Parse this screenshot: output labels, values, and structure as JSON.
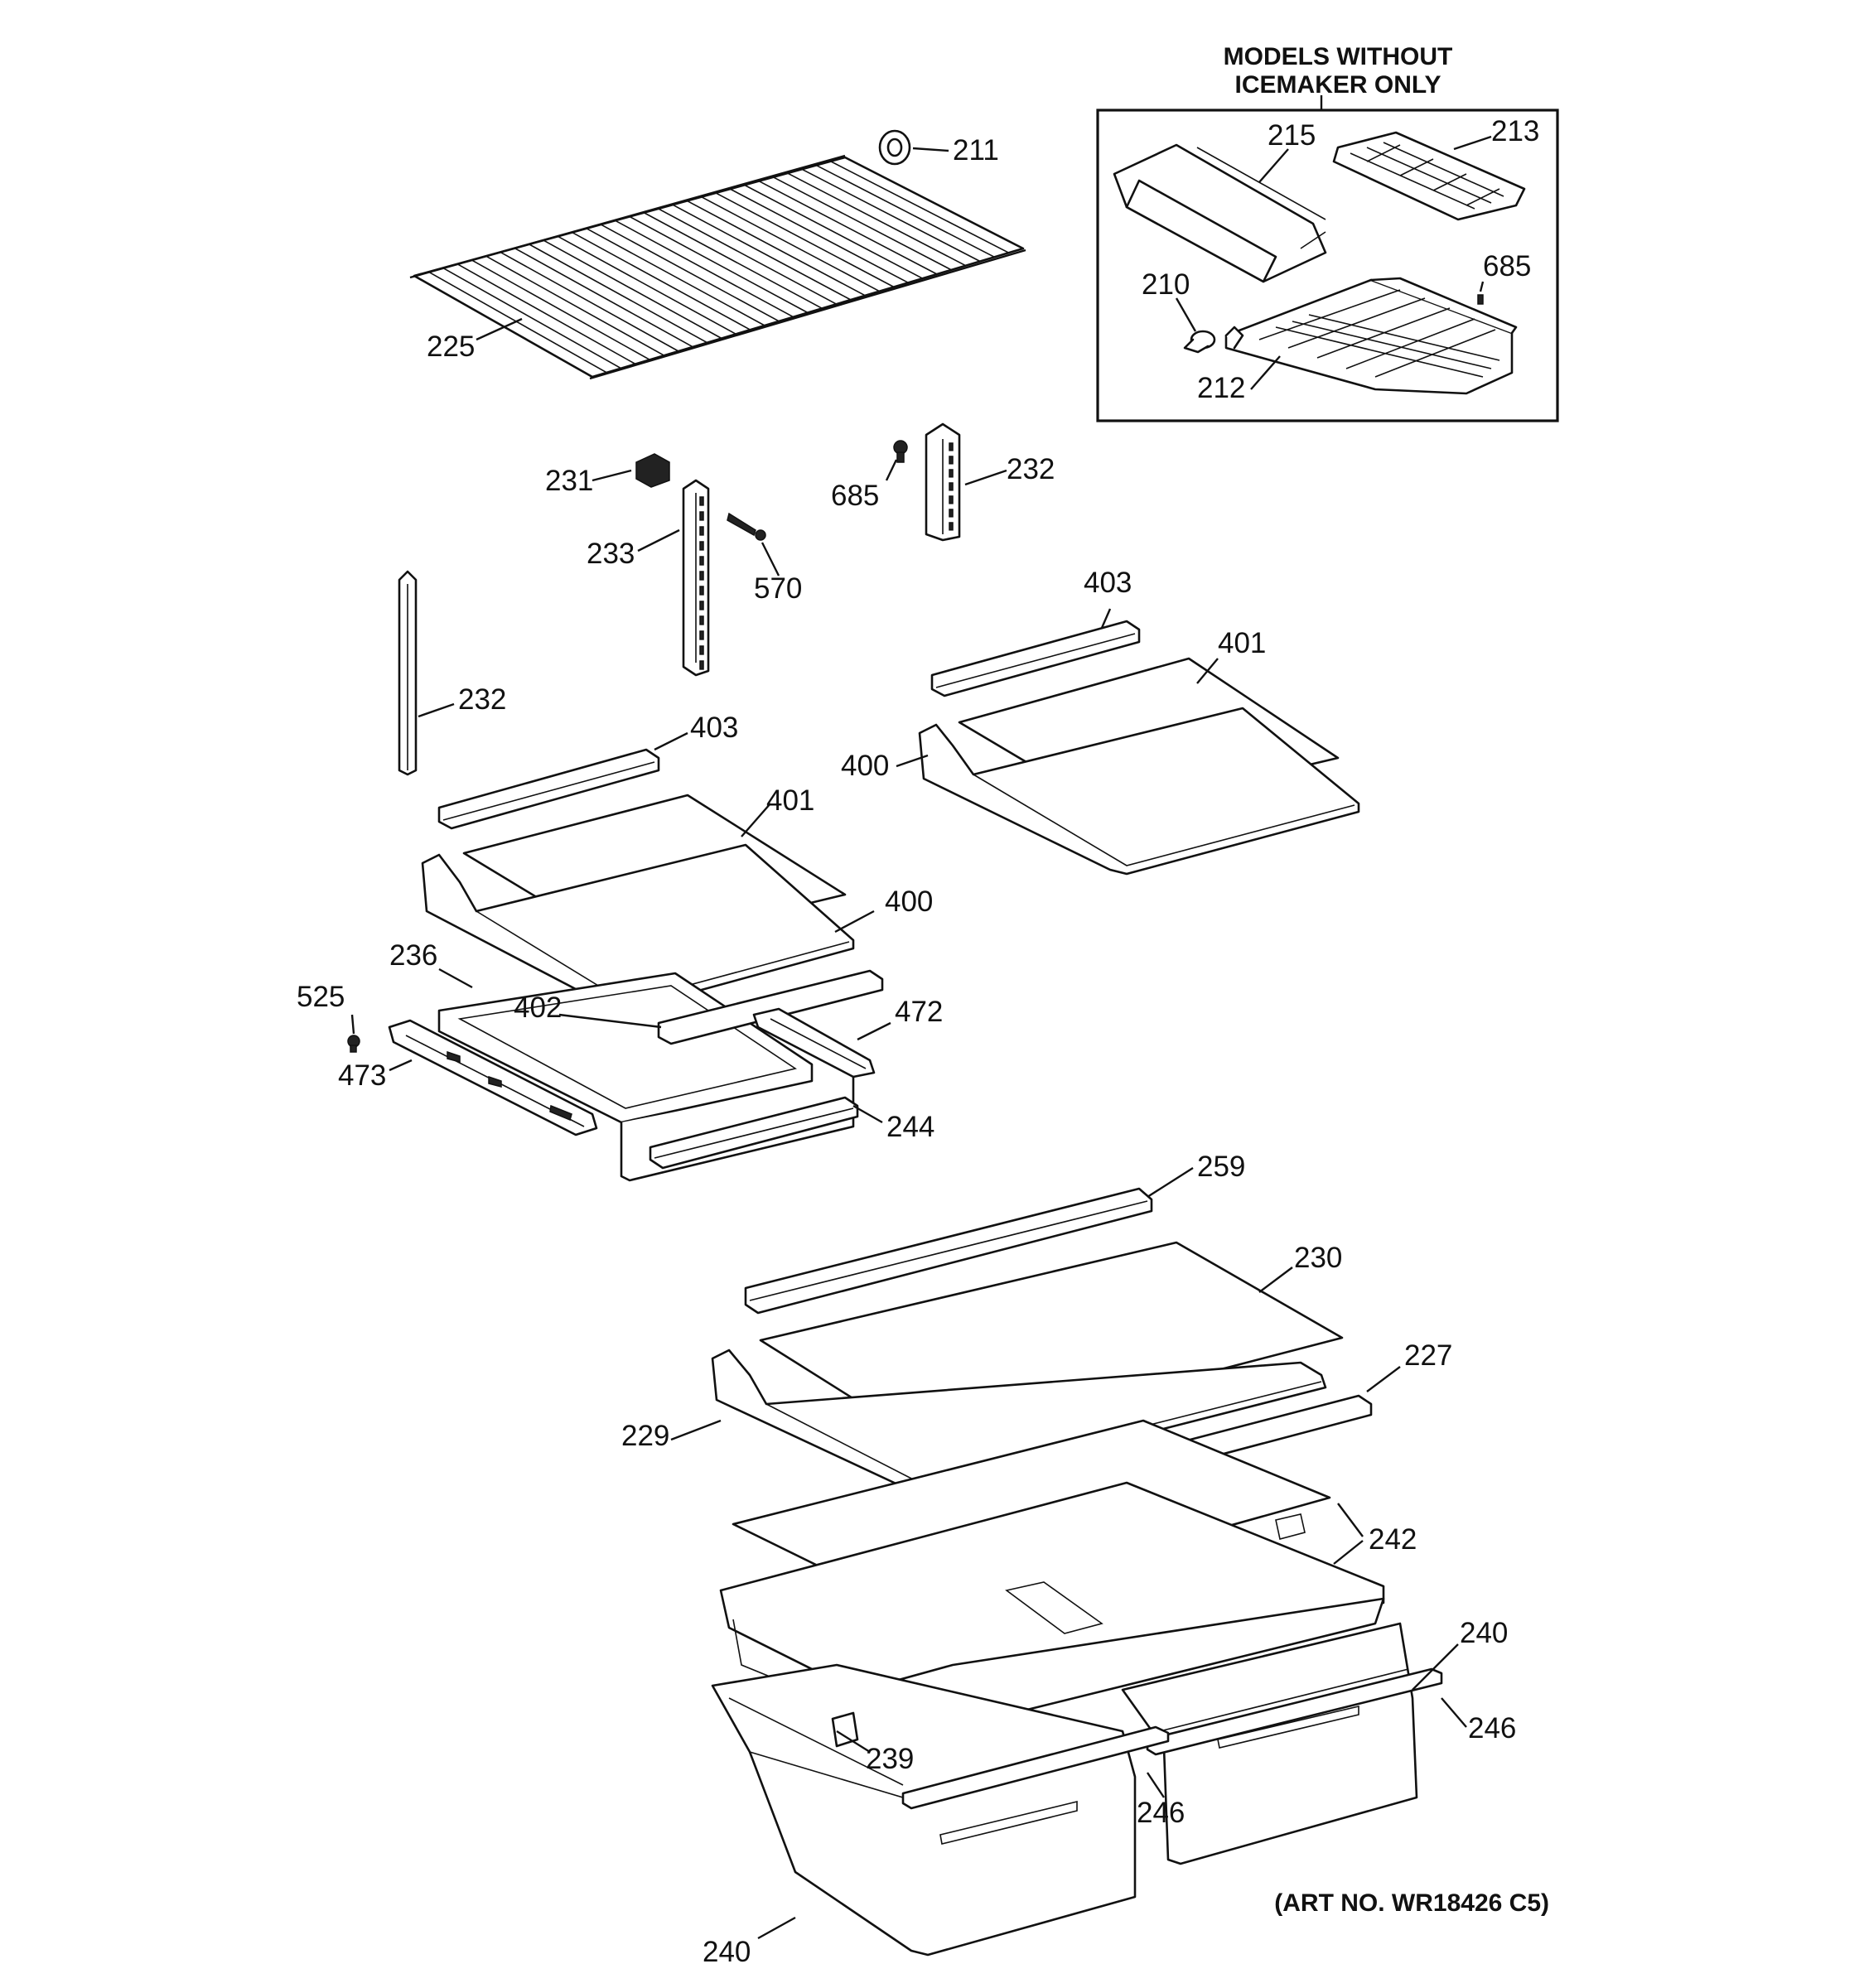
{
  "inset": {
    "title_line1": "MODELS WITHOUT",
    "title_line2": "ICEMAKER ONLY"
  },
  "art_number": "(ART NO. WR18426 C5)",
  "callouts": {
    "c211": "211",
    "c225": "225",
    "c215": "215",
    "c213": "213",
    "c685a": "685",
    "c210": "210",
    "c212": "212",
    "c231": "231",
    "c233": "233",
    "c570": "570",
    "c685b": "685",
    "c232a": "232",
    "c232b": "232",
    "c403a": "403",
    "c401a": "401",
    "c400a": "400",
    "c403b": "403",
    "c401b": "401",
    "c400b": "400",
    "c236": "236",
    "c525": "525",
    "c402": "402",
    "c472": "472",
    "c473": "473",
    "c244": "244",
    "c259": "259",
    "c230": "230",
    "c227": "227",
    "c229": "229",
    "c242": "242",
    "c240a": "240",
    "c246a": "246",
    "c239": "239",
    "c246b": "246",
    "c240b": "240"
  }
}
